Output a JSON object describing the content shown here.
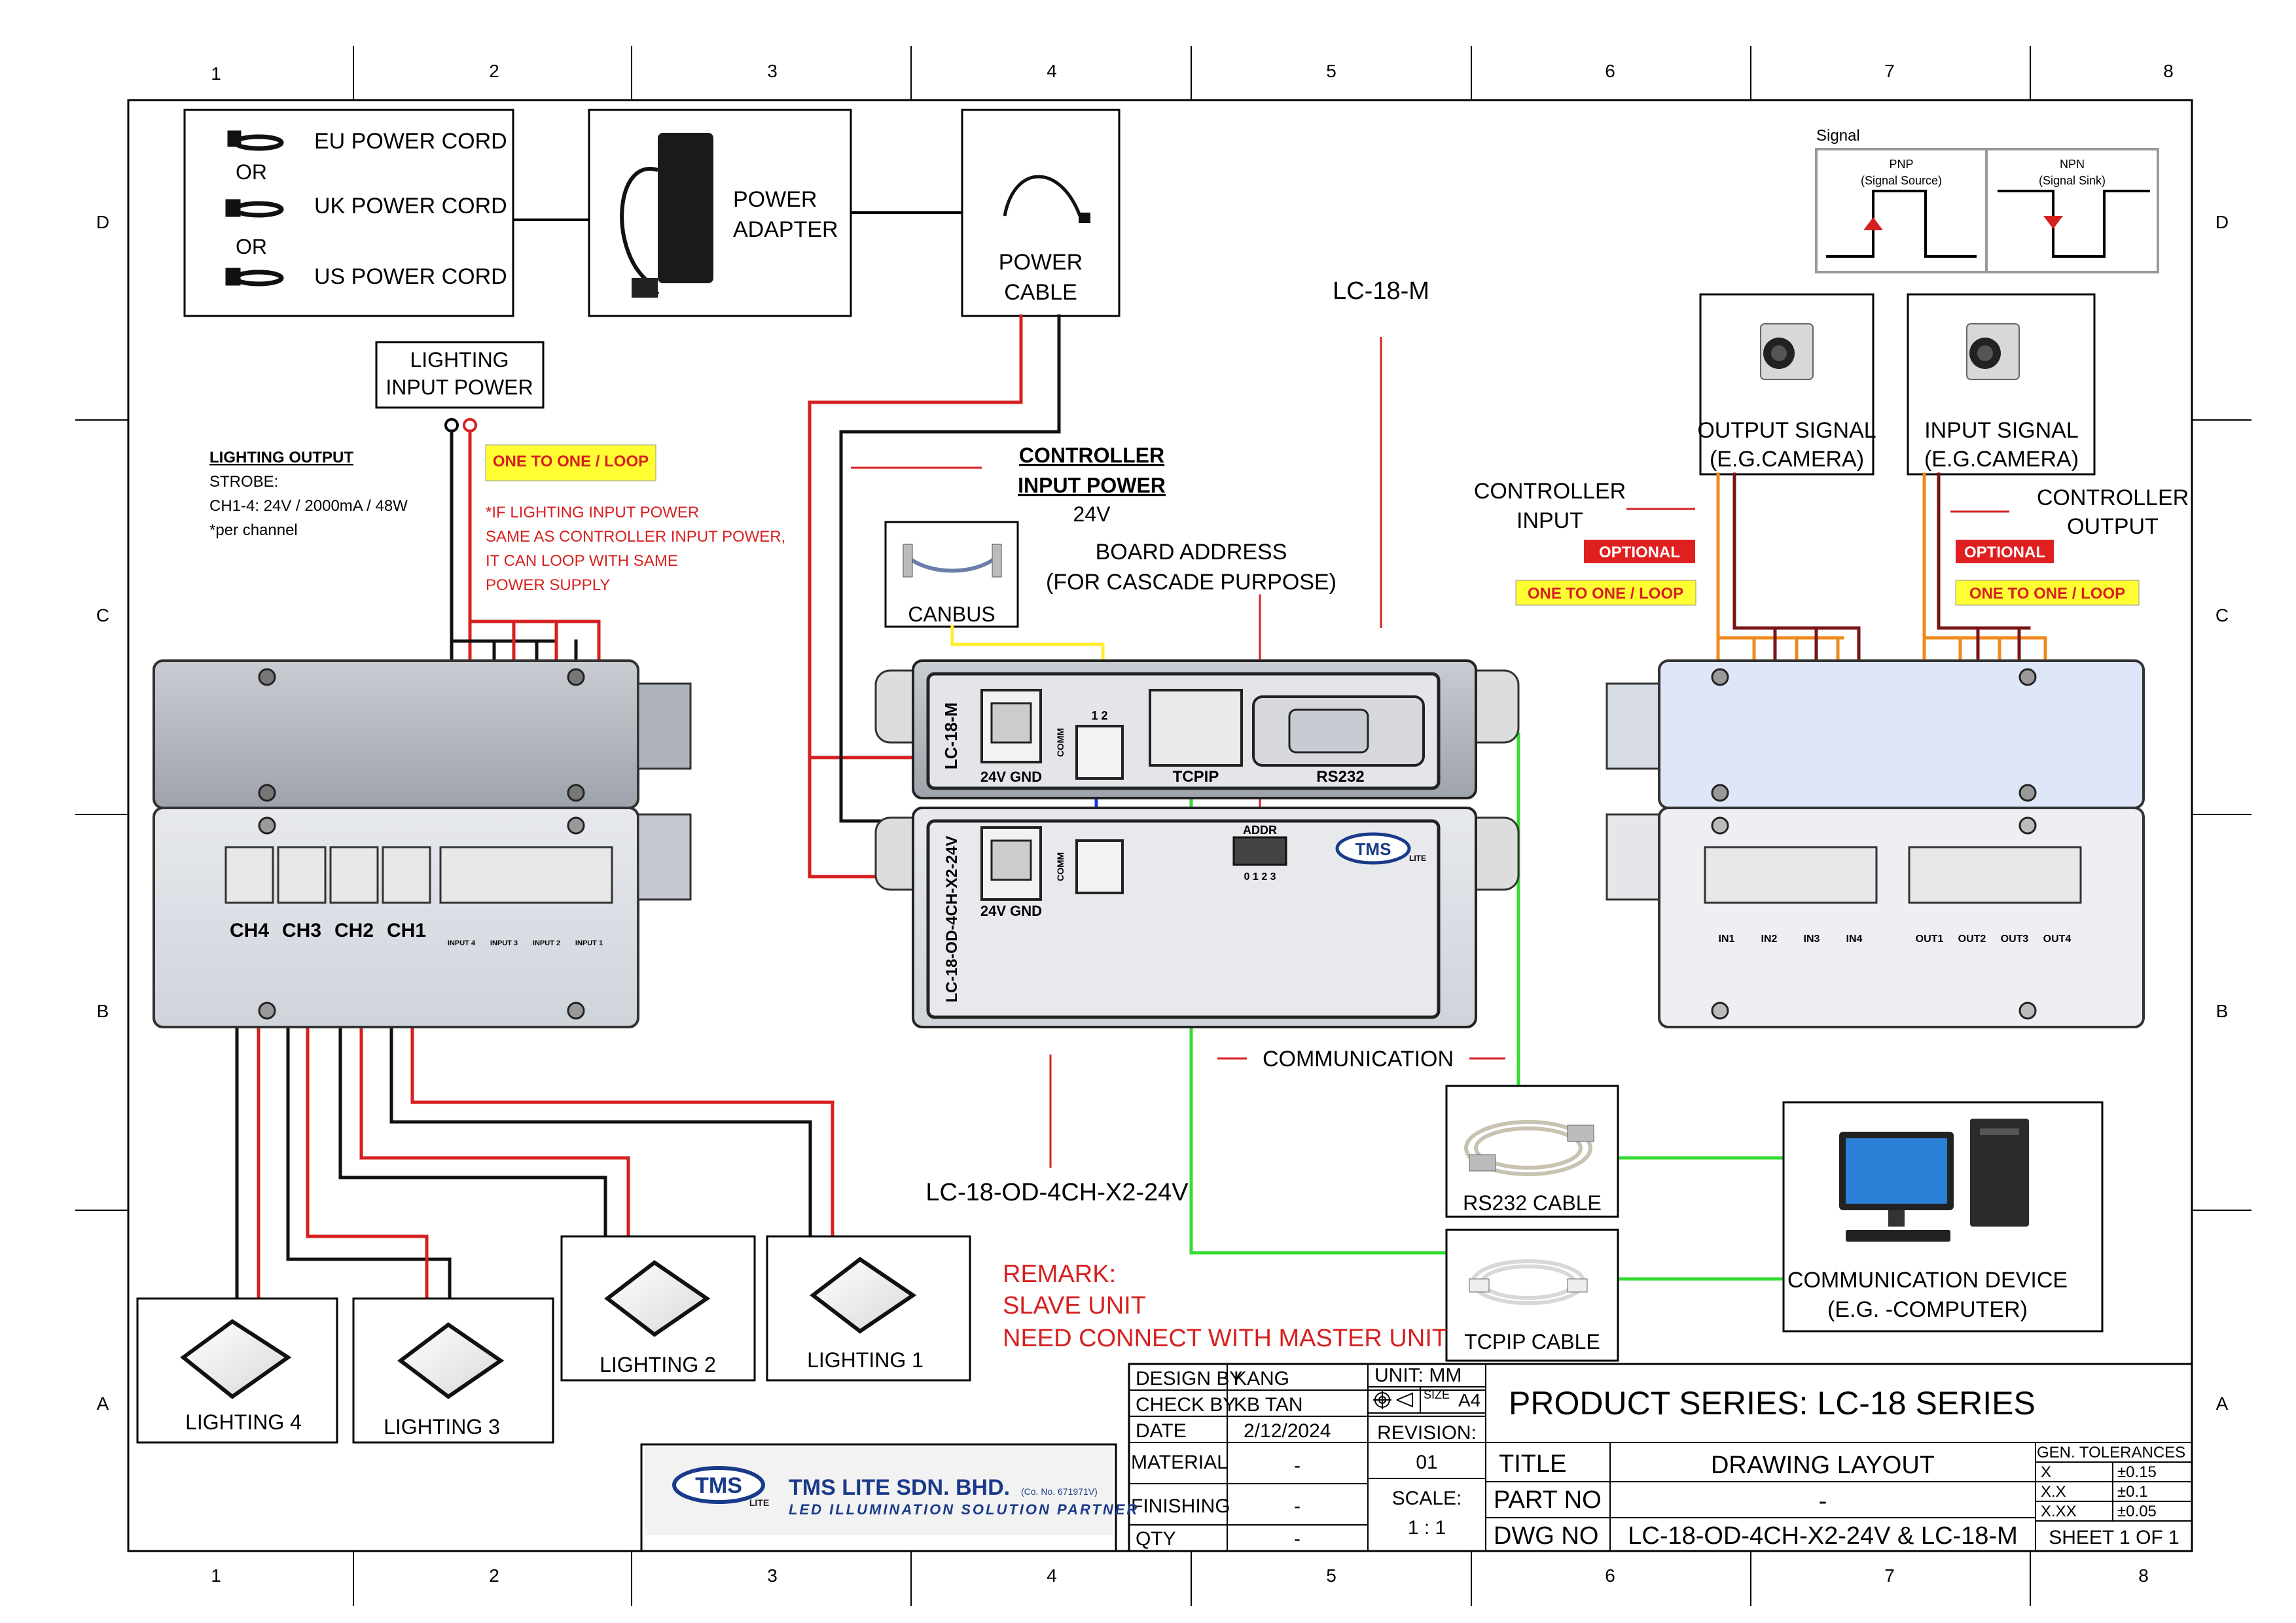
{
  "grid": {
    "columns": [
      "1",
      "2",
      "3",
      "4",
      "5",
      "6",
      "7",
      "8"
    ],
    "rows": [
      "D",
      "C",
      "B",
      "A"
    ]
  },
  "power_cords": {
    "eu": "EU POWER CORD",
    "or": "OR",
    "uk": "UK POWER CORD",
    "us": "US POWER CORD"
  },
  "power_adapter": {
    "line1": "POWER",
    "line2": "ADAPTER"
  },
  "power_cable": {
    "line1": "POWER",
    "line2": "CABLE"
  },
  "lighting_input_power": {
    "line1": "LIGHTING",
    "line2": "INPUT POWER"
  },
  "lighting_output": {
    "title": "LIGHTING OUTPUT",
    "strobe": "STROBE:",
    "spec": "CH1-4: 24V / 2000mA / 48W",
    "note": "*per channel"
  },
  "one_to_one_loop": "ONE TO ONE / LOOP",
  "loop_note": {
    "l1": "*IF LIGHTING INPUT POWER",
    "l2": "SAME AS CONTROLLER INPUT POWER,",
    "l3": "IT CAN LOOP WITH SAME",
    "l4": "POWER SUPPLY"
  },
  "controller_input_power": {
    "line1": "CONTROLLER",
    "line2": "INPUT POWER",
    "voltage": "24V"
  },
  "board_address": {
    "line1": "BOARD ADDRESS",
    "line2": "(FOR CASCADE PURPOSE)"
  },
  "canbus": "CANBUS",
  "lc18m_label": "LC-18-M",
  "signal": {
    "title": "Signal",
    "pnp": "PNP",
    "pnp_sub": "(Signal Source)",
    "npn": "NPN",
    "npn_sub": "(Signal Sink)"
  },
  "cameras": {
    "output": {
      "line1": "OUTPUT SIGNAL",
      "line2": "(E.G.CAMERA)"
    },
    "input": {
      "line1": "INPUT SIGNAL",
      "line2": "(E.G.CAMERA)"
    }
  },
  "controller_input": {
    "line1": "CONTROLLER",
    "line2": "INPUT"
  },
  "controller_output": {
    "line1": "CONTROLLER",
    "line2": "OUTPUT"
  },
  "optional": "OPTIONAL",
  "left_unit": {
    "channels": [
      "CH4",
      "CH3",
      "CH2",
      "CH1"
    ],
    "inputs": [
      "INPUT 4",
      "INPUT 3",
      "INPUT 2",
      "INPUT 1"
    ]
  },
  "master": {
    "model": "LC-18-M",
    "labels": {
      "gnd": "24V GND",
      "comm": "COMM",
      "pins": "1  2",
      "tcpip": "TCPIP",
      "rs232": "RS232"
    }
  },
  "slave": {
    "model": "LC-18-OD-4CH-X2-24V",
    "labels": {
      "gnd": "24V GND",
      "comm": "COMM",
      "addr": "ADDR",
      "addr_pins": "0 1 2 3",
      "logo": "TMS",
      "logo_sub": "LITE"
    }
  },
  "right_unit": {
    "inputs": [
      "IN1",
      "IN2",
      "IN3",
      "IN4"
    ],
    "outputs": [
      "OUT1",
      "OUT2",
      "OUT3",
      "OUT4"
    ]
  },
  "communication": "COMMUNICATION",
  "slave_label": "LC-18-OD-4CH-X2-24V",
  "cables": {
    "rs232": "RS232 CABLE",
    "tcpip": "TCPIP CABLE"
  },
  "comm_device": {
    "line1": "COMMUNICATION DEVICE",
    "line2": "(E.G. -COMPUTER)"
  },
  "lights": {
    "l1": "LIGHTING 1",
    "l2": "LIGHTING 2",
    "l3": "LIGHTING 3",
    "l4": "LIGHTING 4"
  },
  "remark": {
    "l1": "REMARK:",
    "l2": "SLAVE UNIT",
    "l3": "NEED CONNECT WITH MASTER UNIT"
  },
  "title_block": {
    "design_by_label": "DESIGN BY",
    "design_by": "KANG",
    "check_by_label": "CHECK BY",
    "check_by": "KB TAN",
    "date_label": "DATE",
    "date": "2/12/2024",
    "material_label": "MATERIAL",
    "material": "-",
    "finishing_label": "FINISHING",
    "finishing": "-",
    "qty_label": "QTY",
    "qty": "-",
    "unit": "UNIT:  MM",
    "size_label": "SIZE",
    "size": "A4",
    "revision_label": "REVISION:",
    "revision": "01",
    "scale_label": "SCALE:",
    "scale": "1 : 1",
    "product_series": "PRODUCT SERIES: LC-18 SERIES",
    "title_label": "TITLE",
    "title": "DRAWING LAYOUT",
    "part_no_label": "PART NO",
    "part_no": "-",
    "dwg_no_label": "DWG NO",
    "dwg_no": "LC-18-OD-4CH-X2-24V & LC-18-M",
    "tol_title": "GEN. TOLERANCES",
    "tol": [
      {
        "k": "X",
        "v": "±0.15"
      },
      {
        "k": "X.X",
        "v": "±0.1"
      },
      {
        "k": "X.XX",
        "v": "±0.05"
      }
    ],
    "sheet": "SHEET 1 OF 1"
  },
  "company": {
    "logo": "TMS",
    "logo_sub": "LITE",
    "name": "TMS LITE SDN. BHD.",
    "reg": "(Co. No. 671971V)",
    "tagline": "LED ILLUMINATION SOLUTION PARTNER"
  },
  "colors": {
    "red": "#d62020",
    "yellow": "#ffff33",
    "orange": "#f08a1c",
    "maroon": "#7a1414",
    "green": "#33dd33",
    "blue": "#1a3ad6"
  }
}
